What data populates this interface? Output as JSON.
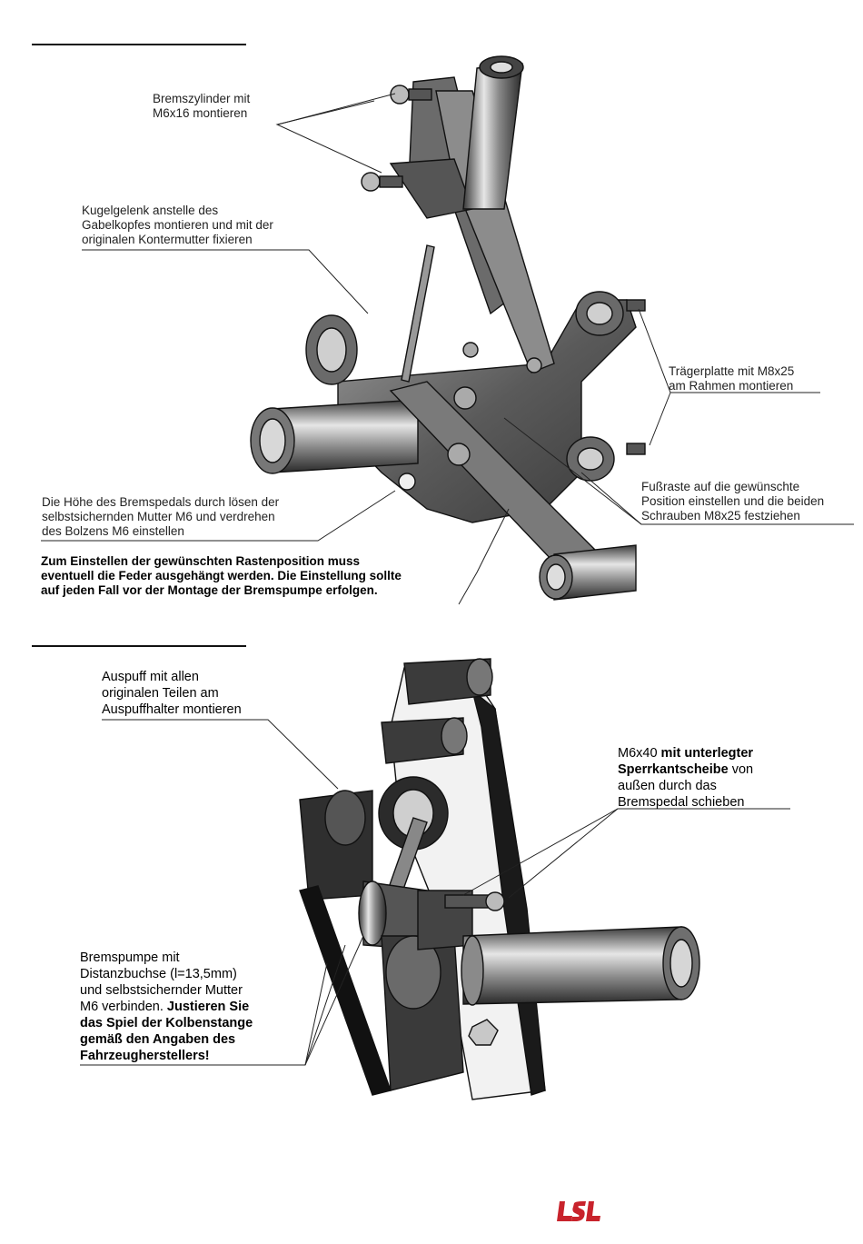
{
  "colors": {
    "logo": "#c8232c",
    "metal_dark": "#2b2b2b",
    "metal_mid": "#7a7a7a",
    "metal_light": "#d9d9d9"
  },
  "section1": {
    "brake_cylinder_note": [
      "Bremszylinder mit",
      "M6x16 montieren"
    ],
    "ball_joint_note": [
      "Kugelgelenk anstelle des",
      "Gabelkopfes montieren und mit der",
      "originalen Kontermutter fixieren"
    ],
    "carrier_plate_note": [
      "Trägerplatte mit M8x25",
      "am Rahmen montieren"
    ],
    "footrest_note": [
      "Fußraste auf die gewünschte",
      "Position einstellen und die beiden",
      "Schrauben M8x25 festziehen"
    ],
    "pedal_height_note": [
      "Die Höhe des Bremspedals durch lösen der",
      "selbstsichernden Mutter M6 und verdrehen",
      "des Bolzens M6 einstellen"
    ],
    "spring_note": [
      "Zum Einstellen der gewünschten Rastenposition muss",
      "eventuell die Feder ausgehängt werden. Die Einstellung sollte",
      "auf jeden Fall vor der Montage der Bremspumpe erfolgen."
    ]
  },
  "section2": {
    "exhaust_note": [
      "Auspuff mit allen",
      "originalen Teilen am",
      "Auspuffhalter montieren"
    ],
    "bolt_note_l1_a": "M6x40",
    "bolt_note_l1_b": " mit unterlegter",
    "bolt_note_l2_a": "Sperrkantscheibe",
    "bolt_note_l2_b": " von",
    "bolt_note_l3": "außen durch das",
    "bolt_note_l4": "Bremspedal schieben",
    "pump_note_l1": "Bremspumpe  mit",
    "pump_note_l2": "Distanzbuchse (l=13,5mm)",
    "pump_note_l3": "und selbstsichernder Mutter",
    "pump_note_l4_a": "M6 verbinden. ",
    "pump_note_l4_b": "Justieren Sie",
    "pump_note_l5": "das Spiel der Kolbenstange",
    "pump_note_l6": "gemäß den Angaben des",
    "pump_note_l7": "Fahrzeugherstellers!"
  },
  "logo": {
    "text": "LSL"
  }
}
